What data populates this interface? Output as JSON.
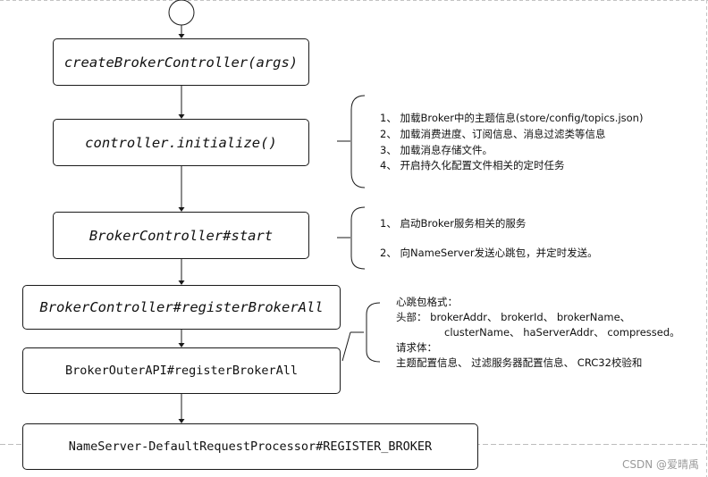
{
  "nodes": {
    "create": "createBrokerController(args)",
    "initialize": "controller.initialize()",
    "start": "BrokerController#start",
    "register_all": "BrokerController#registerBrokerAll",
    "outer_api": "BrokerOuterAPI#registerBrokerAll",
    "name_server": "NameServer-DefaultRequestProcessor#REGISTER_BROKER"
  },
  "notes": {
    "initialize": [
      "1、 加载Broker中的主题信息(store/config/topics.json)",
      "2、 加载消费进度、订阅信息、消息过滤类等信息",
      "3、 加载消息存储文件。",
      "4、 开启持久化配置文件相关的定时任务"
    ],
    "start": [
      "1、 启动Broker服务相关的服务",
      "2、 向NameServer发送心跳包，并定时发送。"
    ],
    "heartbeat": [
      "心跳包格式：",
      "头部：  brokerAddr、 brokerId、 brokerName、",
      "clusterName、 haServerAddr、 compressed。",
      "请求体：",
      "主题配置信息、 过滤服务器配置信息、 CRC32校验和"
    ]
  },
  "watermark": "CSDN @爱晴禹"
}
